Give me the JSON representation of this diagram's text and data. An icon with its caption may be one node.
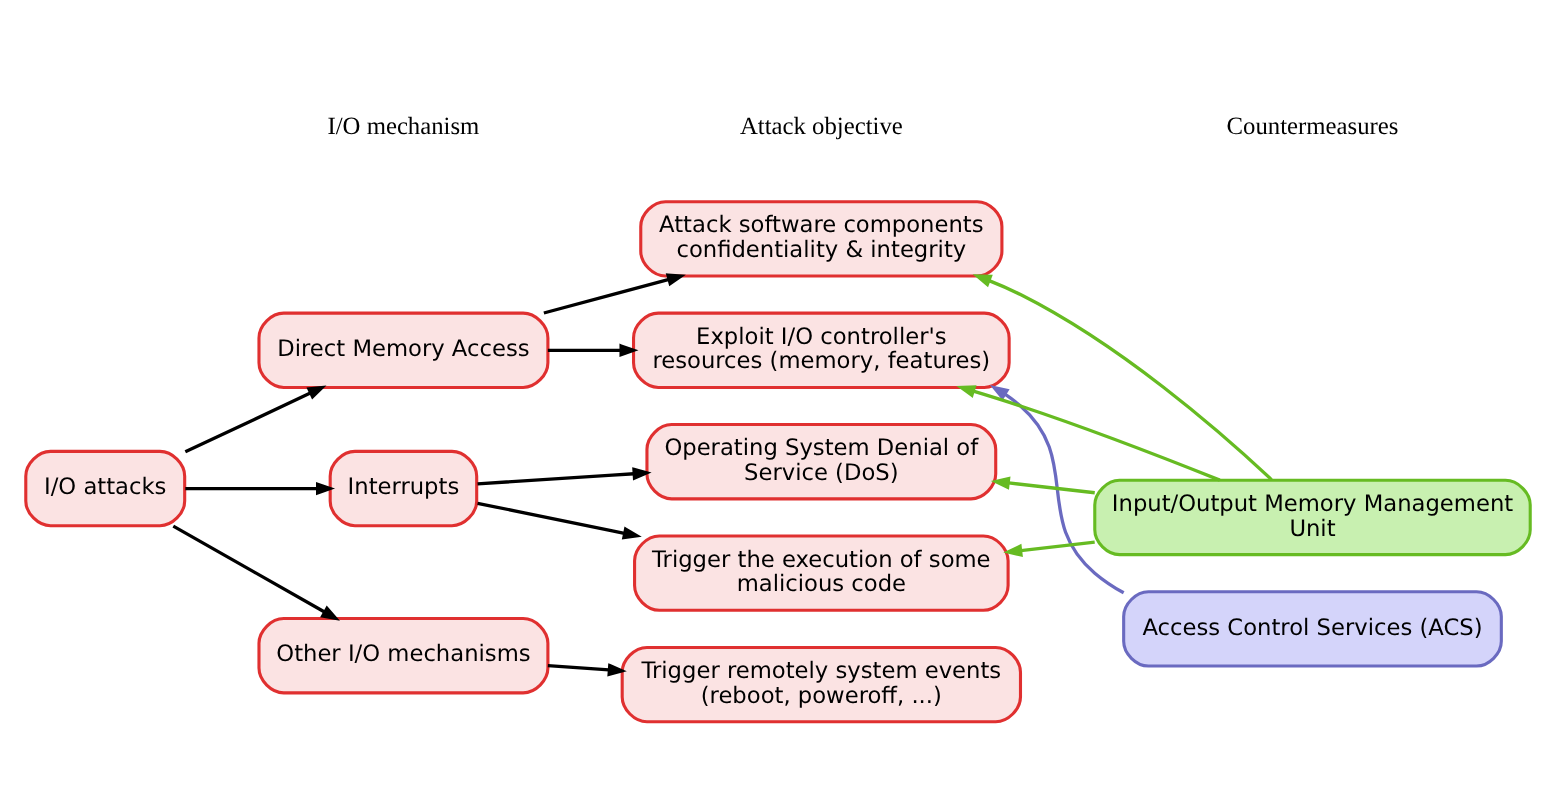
{
  "diagram": {
    "nodes": [
      {
        "text": [
          "I/O attacks"
        ]
      },
      {
        "text": [
          "Direct Memory Access"
        ]
      },
      {
        "text": [
          "Interrupts"
        ]
      },
      {
        "text": [
          "Other I/O mechanisms"
        ]
      },
      {
        "text": [
          "Attack software components confidentiality & integrity"
        ]
      },
      {
        "text": [
          "Exploit I/O controller's resources (memory, features)"
        ]
      },
      {
        "text": [
          "Operating System Denial of Service (DoS)"
        ]
      },
      {
        "text": [
          "Trigger the execution of some malicious code"
        ]
      },
      {
        "text": [
          "Trigger remotely system events (reboot, poweroff, ...)"
        ]
      },
      {
        "text": [
          "Access Control Services (ACS)"
        ]
      },
      {
        "text": [
          "Input/Output Memory Management Unit"
        ]
      }
    ],
    "edges": [
      {
        "from": 0,
        "to": 1,
        "arrow": "to"
      },
      {
        "from": 0,
        "to": 2,
        "arrow": "to"
      },
      {
        "from": 0,
        "to": 3,
        "arrow": "to"
      },
      {
        "from": 1,
        "to": 4,
        "arrow": "to"
      },
      {
        "from": 1,
        "to": 5,
        "arrow": "to"
      },
      {
        "from": 2,
        "to": 6,
        "arrow": "to"
      },
      {
        "from": 2,
        "to": 7,
        "arrow": "to"
      },
      {
        "from": 3,
        "to": 8,
        "arrow": "to"
      },
      {
        "from": 9,
        "to": 5,
        "arrow": "to",
        "color": "#6a6ac0"
      },
      {
        "from": 10,
        "to": 4,
        "arrow": "to",
        "color": "#66bb22"
      },
      {
        "from": 10,
        "to": 5,
        "arrow": "to",
        "color": "#66bb22"
      },
      {
        "from": 10,
        "to": 6,
        "arrow": "to",
        "color": "#66bb22"
      },
      {
        "from": 10,
        "to": 7,
        "arrow": "to",
        "color": "#66bb22"
      }
    ],
    "labels": [
      "I/O mechanism",
      "Attack objective",
      "Countermeasures"
    ]
  }
}
